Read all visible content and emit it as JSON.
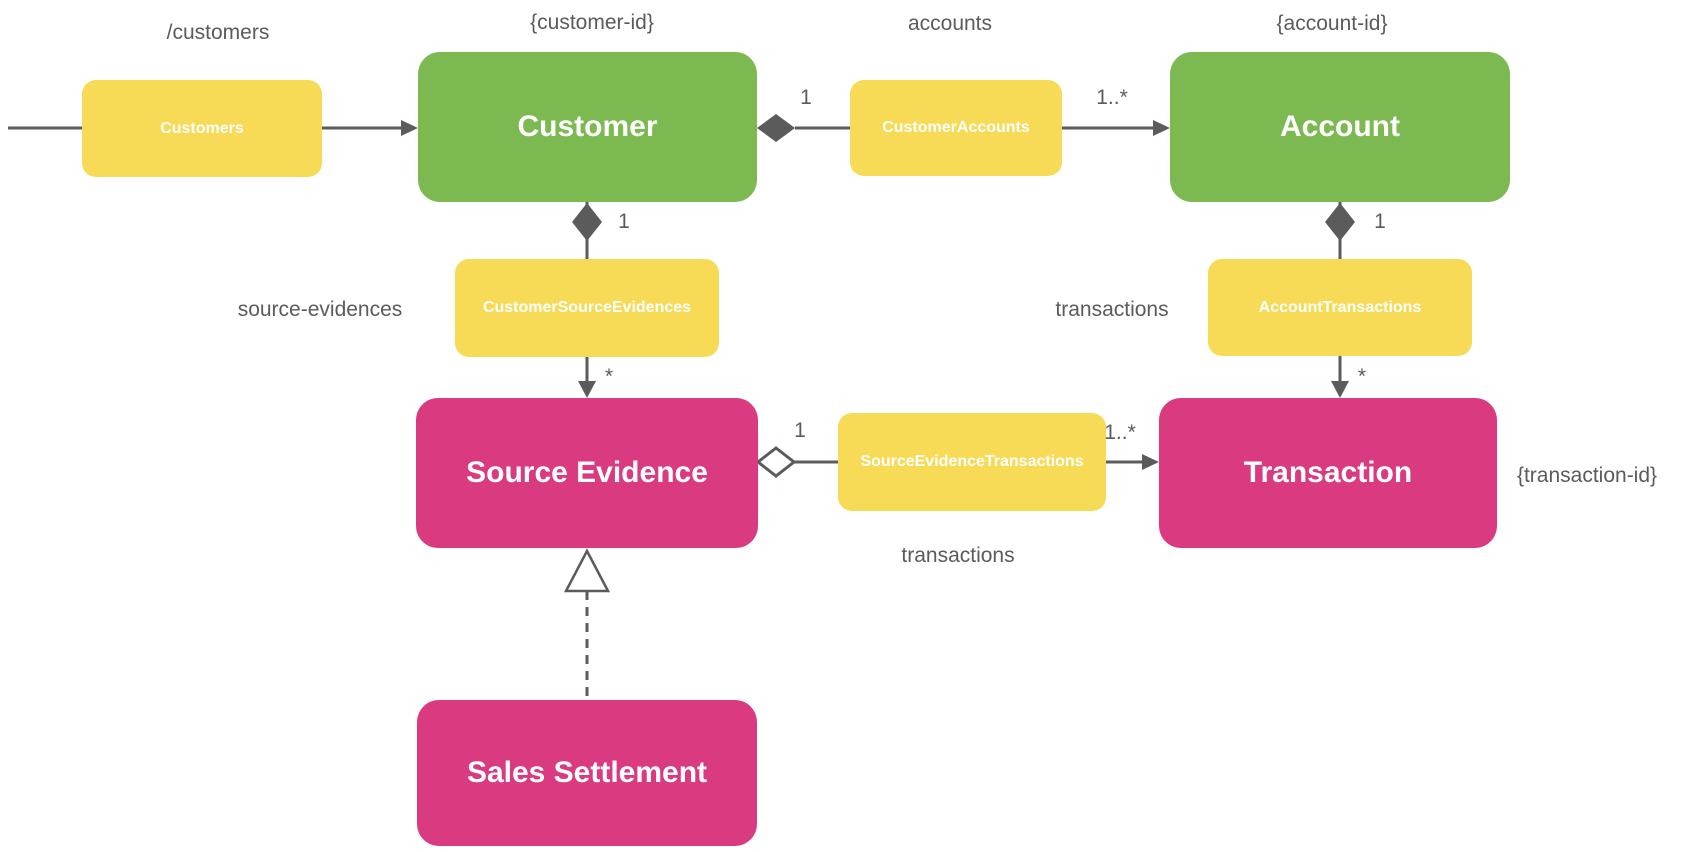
{
  "diagram": {
    "type": "uml-domain-model",
    "colors": {
      "entity_green": "#7cb950",
      "entity_pink": "#d93a80",
      "relationship_yellow": "#f7da55",
      "connector_gray": "#5b5b5b",
      "node_text": "#ffffff"
    },
    "nodes": {
      "customer": "Customer",
      "account": "Account",
      "source_evidence": "Source Evidence",
      "transaction": "Transaction",
      "sales_settlement": "Sales Settlement"
    },
    "rels": {
      "customers": "Customers",
      "customer_accounts": "CustomerAccounts",
      "customer_source_evidences": "CustomerSourceEvidences",
      "account_transactions": "AccountTransactions",
      "source_evidence_transactions": "SourceEvidenceTransactions"
    },
    "labels": {
      "customers_path": "/customers",
      "customer_id": "{customer-id}",
      "accounts": "accounts",
      "account_id": "{account-id}",
      "source_evidences": "source-evidences",
      "transactions_account": "transactions",
      "transactions_source_evidence": "transactions",
      "transaction_id": "{transaction-id}"
    },
    "mult": {
      "customer_accounts_source": "1",
      "customer_accounts_target": "1..*",
      "customer_source_evidences_source": "1",
      "customer_source_evidences_target": "*",
      "account_transactions_source": "1",
      "account_transactions_target": "*",
      "source_evidence_transactions_source": "1",
      "source_evidence_transactions_target": "1..*"
    }
  }
}
